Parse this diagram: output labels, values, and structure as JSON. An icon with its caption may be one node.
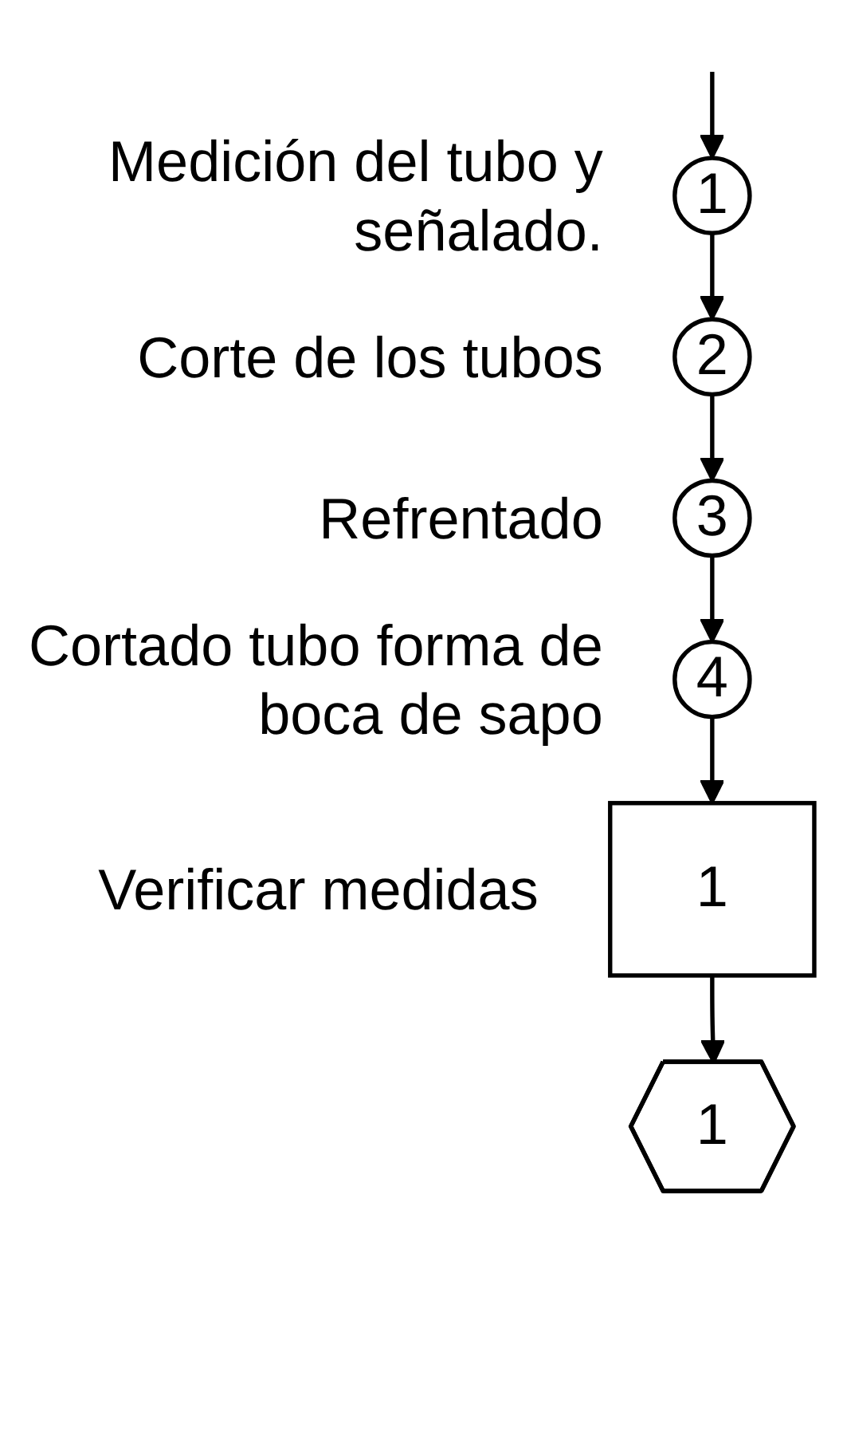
{
  "diagram": {
    "nodes": [
      {
        "text": [
          "1"
        ],
        "beside": [
          "Medición del tubo y señalado."
        ]
      },
      {
        "text": [
          "2"
        ],
        "beside": [
          "Corte de los tubos"
        ]
      },
      {
        "text": [
          "3"
        ],
        "beside": [
          "Refrentado"
        ]
      },
      {
        "text": [
          "4"
        ],
        "beside": [
          "Cortado tubo forma de boca de sapo"
        ]
      },
      {
        "text": [
          "1"
        ],
        "beside": [
          "Verificar medidas"
        ]
      },
      {
        "text": [
          "1"
        ]
      }
    ],
    "edges": [
      {
        "from": null,
        "to": 0,
        "arrow": "to"
      },
      {
        "from": 0,
        "to": 1,
        "arrow": "to"
      },
      {
        "from": 1,
        "to": 2,
        "arrow": "to"
      },
      {
        "from": 2,
        "to": 3,
        "arrow": "to"
      },
      {
        "from": 3,
        "to": 4,
        "arrow": "to"
      },
      {
        "from": 4,
        "to": 5,
        "arrow": "to"
      }
    ]
  }
}
